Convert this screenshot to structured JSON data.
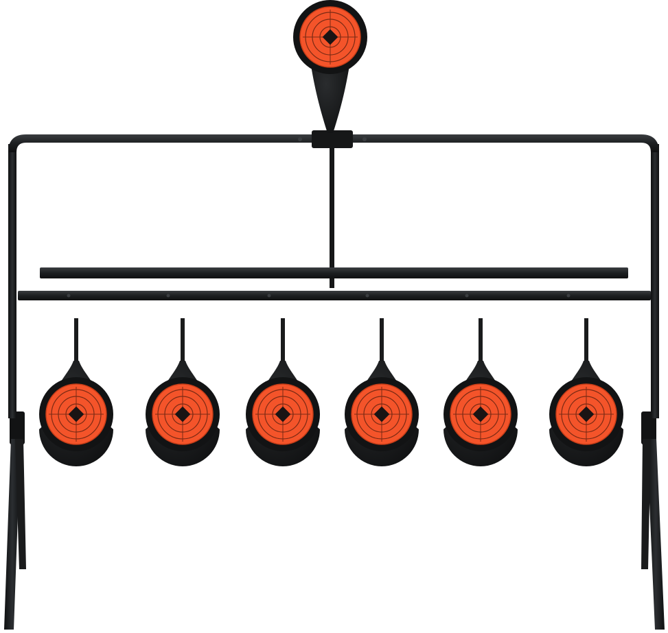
{
  "image": {
    "subject": "spinner-target-stand",
    "background_color": "#ffffff"
  },
  "colors": {
    "frame": "#1d1f21",
    "frame_highlight": "#3a3d40",
    "paddle": "#161718",
    "target_face": "#f4542a",
    "target_ring_dark": "#d8431d",
    "target_lines": "#2a1a14",
    "target_center": "#1a1414"
  },
  "targets": {
    "top_target_count": 1,
    "bottom_target_count": 6,
    "icon": "bullseye-icon"
  }
}
